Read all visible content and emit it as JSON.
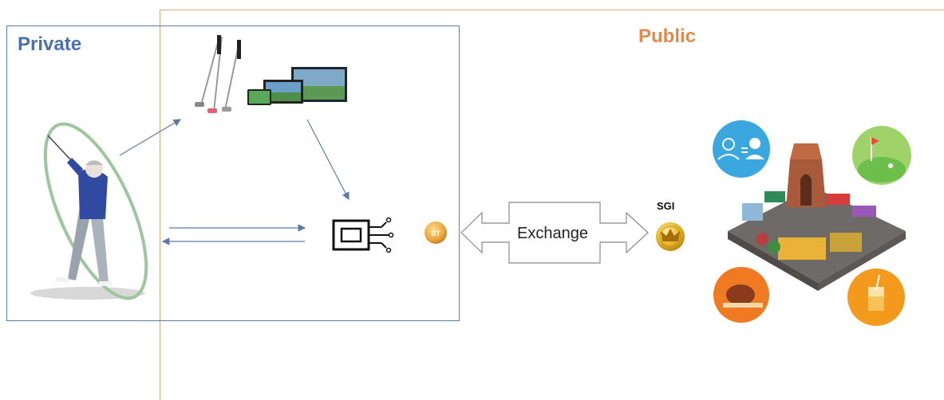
{
  "labels": {
    "private": "Private",
    "public": "Public",
    "exchange": "Exchange",
    "sgi": "SGI",
    "st_token": "ST"
  },
  "icons": [
    "golfer-illustration",
    "golf-clubs-icon",
    "screens-devices-icon",
    "chip-icon",
    "st-coin-icon",
    "sgi-coin-icon",
    "marketplace-illustration",
    "user-exchange-icon",
    "golf-course-icon",
    "food-icon",
    "drink-icon"
  ],
  "colors": {
    "private_border": "#5b7aa6",
    "public_border": "#d9a57a",
    "private_text": "#4a6fb3",
    "public_text": "#e08a4f",
    "arrow": "#5b7aa6"
  }
}
